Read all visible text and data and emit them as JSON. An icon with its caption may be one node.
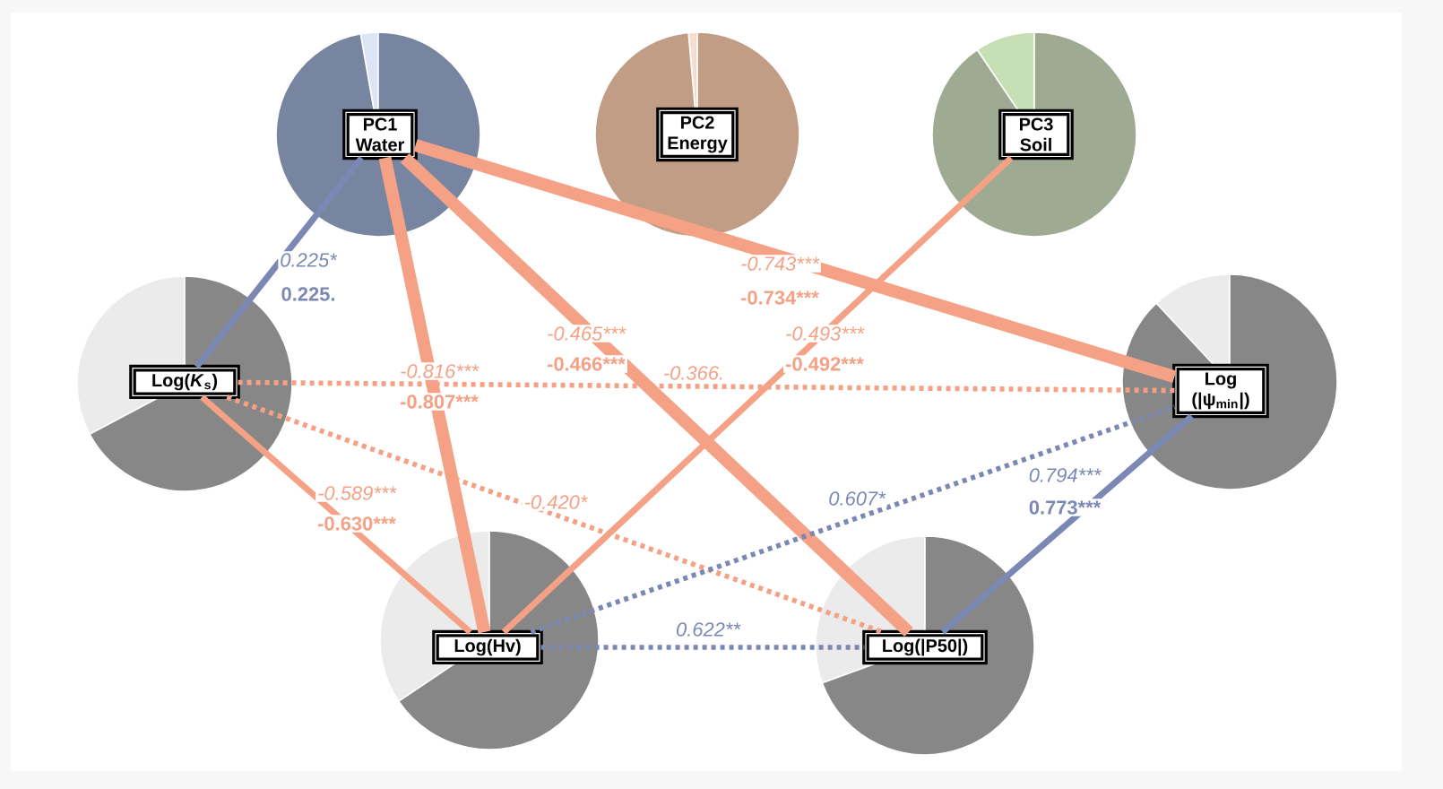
{
  "diagram": {
    "nodes": [
      {
        "text": [
          "PC1 Water"
        ]
      },
      {
        "text": [
          "PC2 Energy"
        ]
      },
      {
        "text": [
          "PC3 Soil"
        ]
      },
      {
        "text": [
          "Log(*K*$_{s}$)"
        ]
      },
      {
        "text": [
          "Log (|ψ$_{min}$|)"
        ]
      },
      {
        "text": [
          "Log(Hv)"
        ]
      },
      {
        "text": [
          "Log(|P50|)"
        ]
      }
    ],
    "edges": [
      {
        "from": 0,
        "to": 3,
        "arrow": "none",
        "label": "0.225*",
        "color": "#7b88b4"
      },
      {
        "from": 0,
        "to": 5,
        "arrow": "none",
        "label": "-0.816***",
        "style": "thick"
      },
      {
        "from": 0,
        "to": 6,
        "arrow": "none",
        "label": "-0.465***",
        "style": "thick"
      },
      {
        "from": 0,
        "to": 4,
        "arrow": "none",
        "label": "-0.743***",
        "style": "thick"
      },
      {
        "from": 2,
        "to": 5,
        "arrow": "none",
        "label": "-0.493***"
      },
      {
        "from": 3,
        "to": 4,
        "arrow": "none",
        "label": "-0.366.",
        "style": "dashed"
      },
      {
        "from": 3,
        "to": 5,
        "arrow": "none",
        "label": "-0.589***"
      },
      {
        "from": 3,
        "to": 6,
        "arrow": "none",
        "label": "-0.420*",
        "style": "dashed"
      },
      {
        "from": 5,
        "to": 4,
        "arrow": "none",
        "label": "0.607*",
        "style": "dashed",
        "color": "#7b88b4"
      },
      {
        "from": 5,
        "to": 6,
        "arrow": "none",
        "label": "0.622**",
        "style": "dashed",
        "color": "#7b88b4"
      },
      {
        "from": 6,
        "to": 4,
        "arrow": "none",
        "label": "0.794***",
        "color": "#7b88b4"
      }
    ],
    "labels": [
      "0.225.",
      "-0.807***",
      "-0.466***",
      "-0.734***",
      "-0.492***",
      "-0.630***",
      "0.773***"
    ]
  }
}
